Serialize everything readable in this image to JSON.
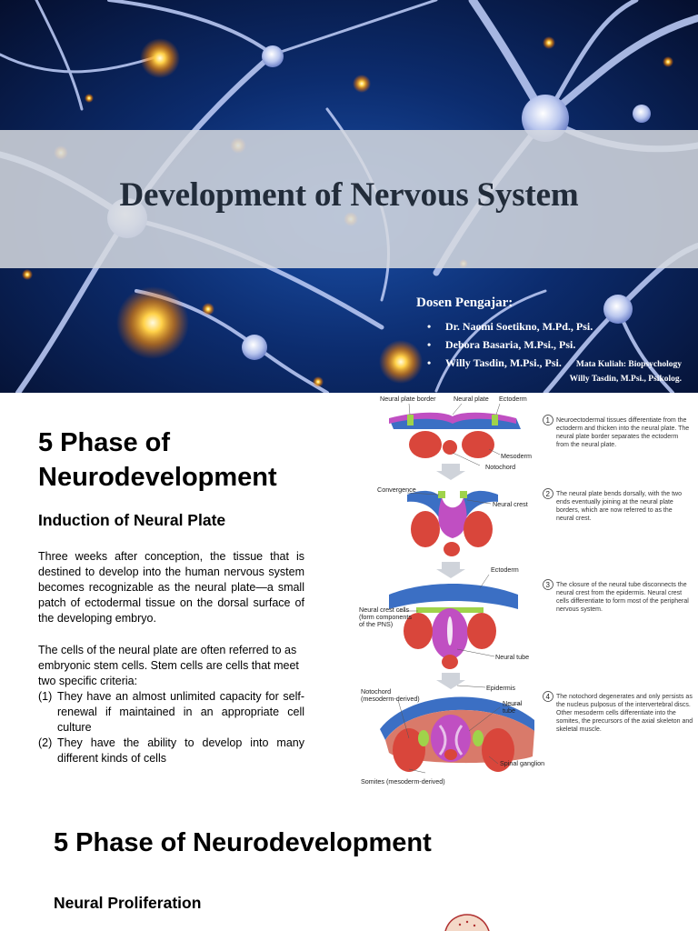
{
  "slides": [
    {
      "title": "Development of Nervous System",
      "lecturer_heading": "Dosen Pengajar:",
      "lecturers": [
        "Dr. Naomi Soetikno, M.Pd., Psi.",
        "Debora Basaria, M.Psi., Psi.",
        "Willy Tasdin, M.Psi., Psi."
      ],
      "course": "Mata Kuliah: Biopsychology",
      "course_lecturer": "Willy Tasdin, M.Psi., Psikolog.",
      "bullet": "•"
    },
    {
      "title": "5 Phase of Neurodevelopment",
      "subtitle": "Induction of Neural Plate",
      "paragraph1": "Three weeks after conception, the tissue that is destined to develop into the human nervous system becomes recognizable as the neural plate—a small patch of ectodermal tissue on the dorsal surface of the developing embryo.",
      "paragraph2": "The cells of the neural plate are often referred to as embryonic stem cells. Stem cells are cells that meet two specific criteria:",
      "criteria": [
        {
          "num": "(1)",
          "text": "They have an almost unlimited capacity for self- renewal if maintained in an appropriate cell culture"
        },
        {
          "num": "(2)",
          "text": "They have the ability to develop into many different kinds of cells"
        }
      ],
      "diagram": {
        "labels": {
          "neural_plate_border": "Neural plate border",
          "neural_plate": "Neural plate",
          "ectoderm_top": "Ectoderm",
          "mesoderm": "Mesoderm",
          "notochord": "Notochord",
          "convergence": "Convergence",
          "neural_crest": "Neural crest",
          "ectoderm_mid": "Ectoderm",
          "neural_crest_cells_1": "Neural crest cells",
          "neural_crest_cells_2": "(form components",
          "neural_crest_cells_3": "of the PNS)",
          "neural_tube": "Neural tube",
          "notochord_md_1": "Notochord",
          "notochord_md_2": "(mesoderm-derived)",
          "epidermis": "Epidermis",
          "neural_tube_b1": "Neural",
          "neural_tube_b2": "tube",
          "spinal_ganglion": "Spinal ganglion",
          "somites": "Somites (mesoderm-derived)"
        },
        "steps": [
          {
            "num": "1",
            "lines": [
              "Neuroectodermal tissues differentiate from the",
              "ectoderm and thicken into the neural plate. The",
              "neural plate border separates the ectoderm",
              "from the neural plate."
            ]
          },
          {
            "num": "2",
            "lines": [
              "The neural plate bends dorsally, with the two",
              "ends eventually joining at the neural plate",
              "borders, which are now referred to as the",
              "neural crest."
            ]
          },
          {
            "num": "3",
            "lines": [
              "The closure of the neural tube disconnects the",
              "neural crest from the epidermis. Neural crest",
              "cells differentiate to form most of the peripheral",
              "nervous system."
            ]
          },
          {
            "num": "4",
            "lines": [
              "The notochord degenerates and only persists as",
              "the nucleus pulposus of the intervertebral discs.",
              "Other mesoderm cells differentiate into the",
              "somites, the precursors of the axial skeleton and",
              "skeletal muscle."
            ]
          }
        ]
      }
    },
    {
      "title": "5 Phase of Neurodevelopment",
      "subtitle": "Neural Proliferation"
    }
  ]
}
